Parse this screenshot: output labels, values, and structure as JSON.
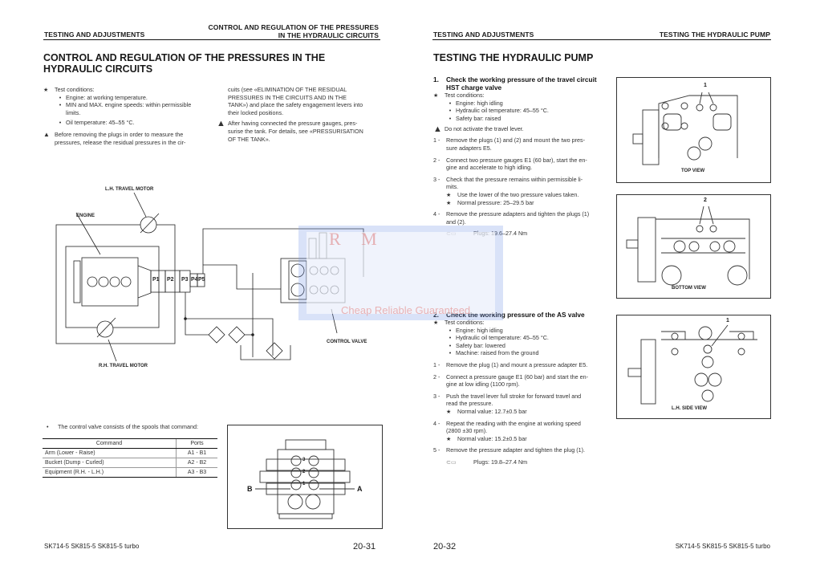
{
  "left_page": {
    "header_left": "TESTING AND ADJUSTMENTS",
    "header_right_line1": "CONTROL AND REGULATION OF THE PRESSURES",
    "header_right_line2": "IN THE HYDRAULIC CIRCUITS",
    "title_line1": "CONTROL AND REGULATION OF THE PRESSURES IN THE",
    "title_line2": "HYDRAULIC CIRCUITS",
    "test_conditions_label": "Test conditions:",
    "conditions": [
      "Engine: at working temperature.",
      "MIN and MAX. engine speeds: within permissible",
      "limits.",
      "Oil temperature: 45–55 °C."
    ],
    "warning1_line1": "Before removing the plugs in order to measure the",
    "warning1_line2": "pressures, release the residual pressures in the cir-",
    "col2_line1": "cuits (see «ELIMINATION OF THE RESIDUAL",
    "col2_line2": "PRESSURES IN THE CIRCUITS AND IN THE",
    "col2_line3": "TANK») and place the safety engagement levers into",
    "col2_line4": "their locked positions.",
    "warning2_line1": "After having connected the pressure gauges, pres-",
    "warning2_line2": "surise the tank. For details, see «PRESSURISATION",
    "warning2_line3": "OF THE TANK».",
    "diagram": {
      "lh_motor": "L.H. TRAVEL MOTOR",
      "engine": "ENGINE",
      "rh_motor": "R.H. TRAVEL MOTOR",
      "control_valve": "CONTROL VALVE",
      "pumps": [
        "P1",
        "P2",
        "P3",
        "P4",
        "P5"
      ]
    },
    "spools_intro": "The control valve consists of the spools that command:",
    "table": {
      "headers": [
        "Command",
        "Ports"
      ],
      "rows": [
        [
          "Arm (Lower - Raise)",
          "A1 - B1"
        ],
        [
          "Bucket (Dump - Curled)",
          "A2 - B2"
        ],
        [
          "Equipment (R.H. - L.H.)",
          "A3 - B3"
        ]
      ]
    },
    "valve_figure": {
      "label_b": "B",
      "label_a": "A",
      "spools": [
        "3",
        "2",
        "1"
      ]
    },
    "footer_models": "SK714-5 SK815-5  SK815-5 turbo",
    "page_number": "20-31"
  },
  "right_page": {
    "header_left": "TESTING AND ADJUSTMENTS",
    "header_right": "TESTING THE HYDRAULIC PUMP",
    "title": "TESTING THE HYDRAULIC PUMP",
    "section1": {
      "number": "1.",
      "title_line1": "Check the working pressure of the travel circuit",
      "title_line2": "HST charge valve",
      "test_conditions_label": "Test conditions:",
      "conditions": [
        "Engine: high idling",
        "Hydraulic oil temperature: 45–55 °C.",
        "Safety bar: raised"
      ],
      "warning": "Do not activate the travel lever.",
      "steps": [
        {
          "n": "1 -",
          "lines": [
            "Remove the plugs (1) and (2) and mount the two pres-",
            "sure adapters E5."
          ]
        },
        {
          "n": "2 -",
          "lines": [
            "Connect two pressure gauges E1 (60 bar), start the en-",
            "gine and accelerate to high idling."
          ]
        },
        {
          "n": "3 -",
          "lines": [
            "Check that the pressure remains within permissible li-",
            "mits."
          ]
        },
        {
          "n": "4 -",
          "lines": [
            "Remove the pressure adapters and tighten the plugs (1)",
            "and (2)."
          ]
        }
      ],
      "notes": [
        "Use the lower of the two pressure values taken.",
        "Normal pressure: 25–29.5 bar"
      ],
      "torque": "Plugs: 19.6–27.4 Nm"
    },
    "section2": {
      "number": "2.",
      "title": "Check the working pressure of the AS valve",
      "test_conditions_label": "Test conditions:",
      "conditions": [
        "Engine: high idling",
        "Hydraulic oil temperature: 45–55 °C.",
        "Safety bar: lowered",
        "Machine: raised from the ground"
      ],
      "steps": [
        {
          "n": "1 -",
          "lines": [
            "Remove the plug (1) and mount a pressure adapter E5."
          ]
        },
        {
          "n": "2 -",
          "lines": [
            "Connect a pressure gauge E1 (60 bar) and start the en-",
            "gine at low idling (1100 rpm)."
          ]
        },
        {
          "n": "3 -",
          "lines": [
            "Push the travel lever full stroke for forward travel and",
            "read the pressure."
          ]
        },
        {
          "n": "4 -",
          "lines": [
            "Repeat the reading with the engine at working speed",
            "(2800 ±30 rpm)."
          ]
        },
        {
          "n": "5 -",
          "lines": [
            "Remove the pressure adapter and tighten the plug (1)."
          ]
        }
      ],
      "note3": "Normal value: 12.7±0.5 bar",
      "note4": "Normal value: 15.2±0.5 bar",
      "torque": "Plugs: 19.8–27.4 Nm"
    },
    "figures": [
      {
        "caption": "TOP VIEW",
        "callout": "1"
      },
      {
        "caption": "BOTTOM VIEW",
        "callout": "2"
      },
      {
        "caption": "L.H. SIDE VIEW",
        "callout": "1"
      }
    ],
    "footer_models": "SK714-5 SK815-5  SK815-5 turbo",
    "page_number": "20-32"
  },
  "watermark": {
    "line1": "R M",
    "line2": "Cheap Reliable Guaranteed"
  }
}
